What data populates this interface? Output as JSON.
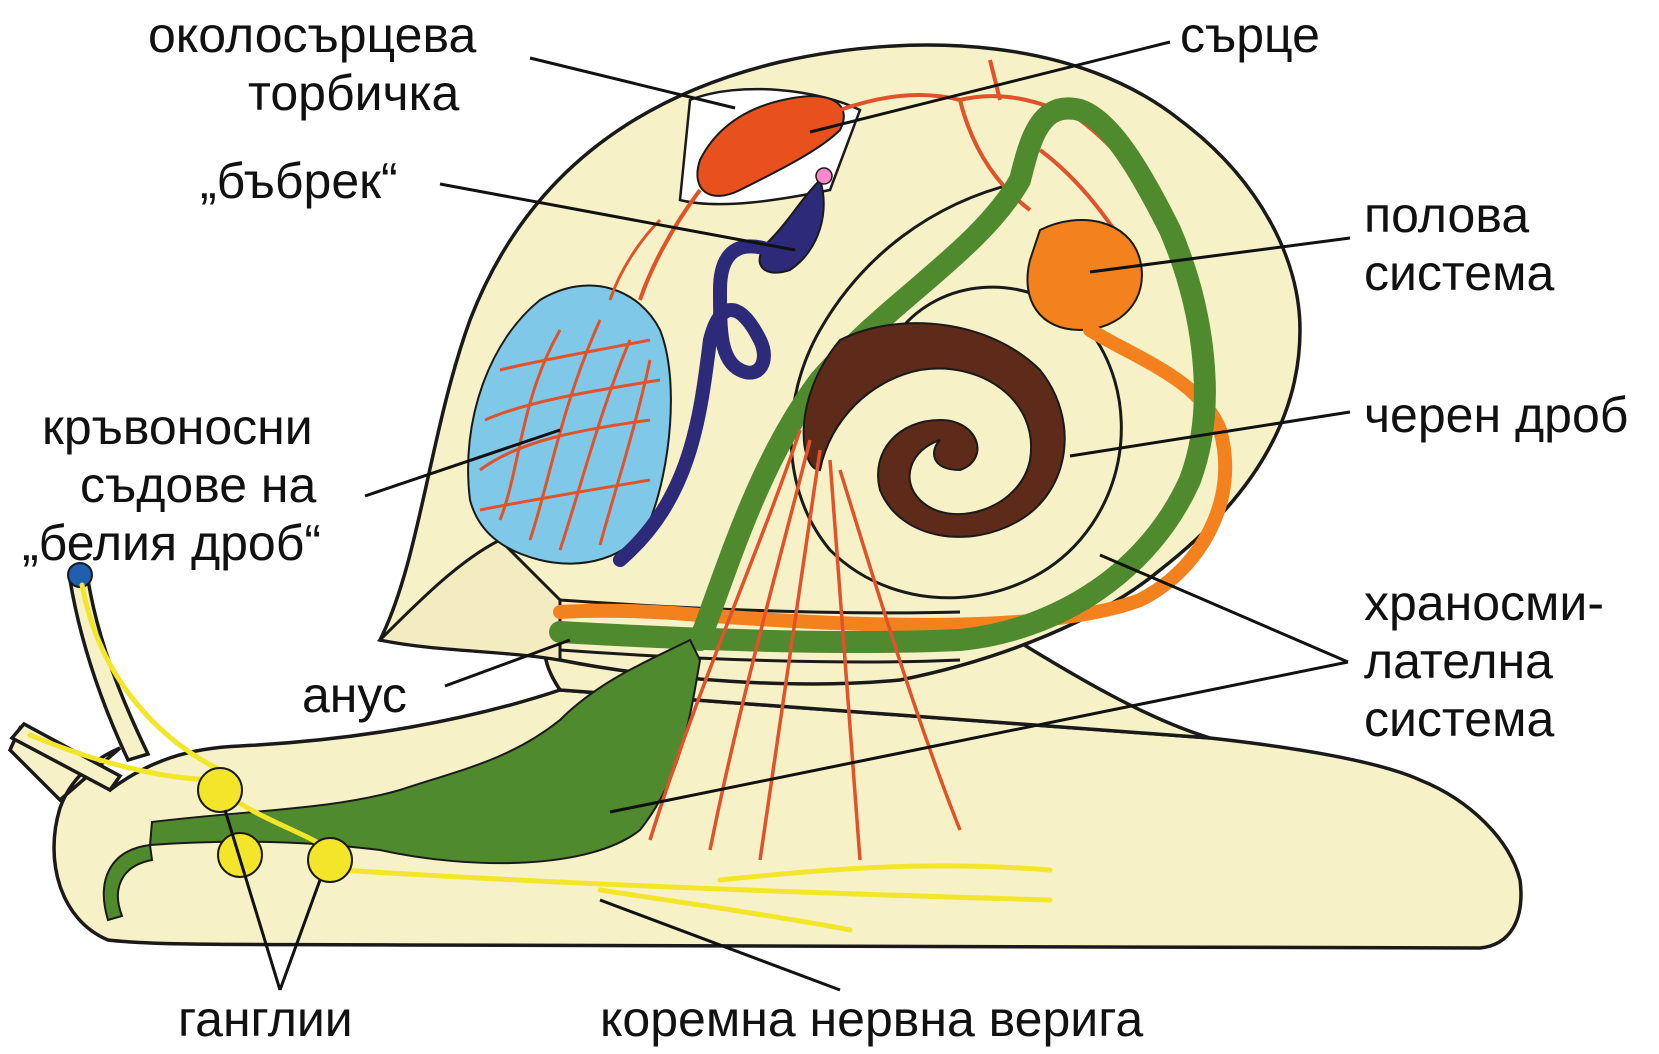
{
  "labels": {
    "pericardium_1": "околосърцева",
    "pericardium_2": "торбичка",
    "heart": "сърце",
    "kidney": "„бъбрек“",
    "reproductive_1": "полова",
    "reproductive_2": "система",
    "vessels_1": "кръвоносни",
    "vessels_2": "съдове на",
    "vessels_3": "„белия дроб“",
    "liver": "черен дроб",
    "digestive_1": "храносми-",
    "digestive_2": "лателна",
    "digestive_3": "система",
    "anus": "анус",
    "ganglia": "ганглии",
    "nerve_chain": "коремна нервна верига"
  },
  "colors": {
    "body": "#f6f1c7",
    "outline": "#1a1a1a",
    "heart": "#e8501e",
    "kidney": "#2e2a7a",
    "lung": "#7fc8e8",
    "vessels": "#e0522a",
    "digestive": "#4f8a2e",
    "liver": "#5e2a1a",
    "reproductive": "#f3821e",
    "nerve": "#f2e52a"
  }
}
